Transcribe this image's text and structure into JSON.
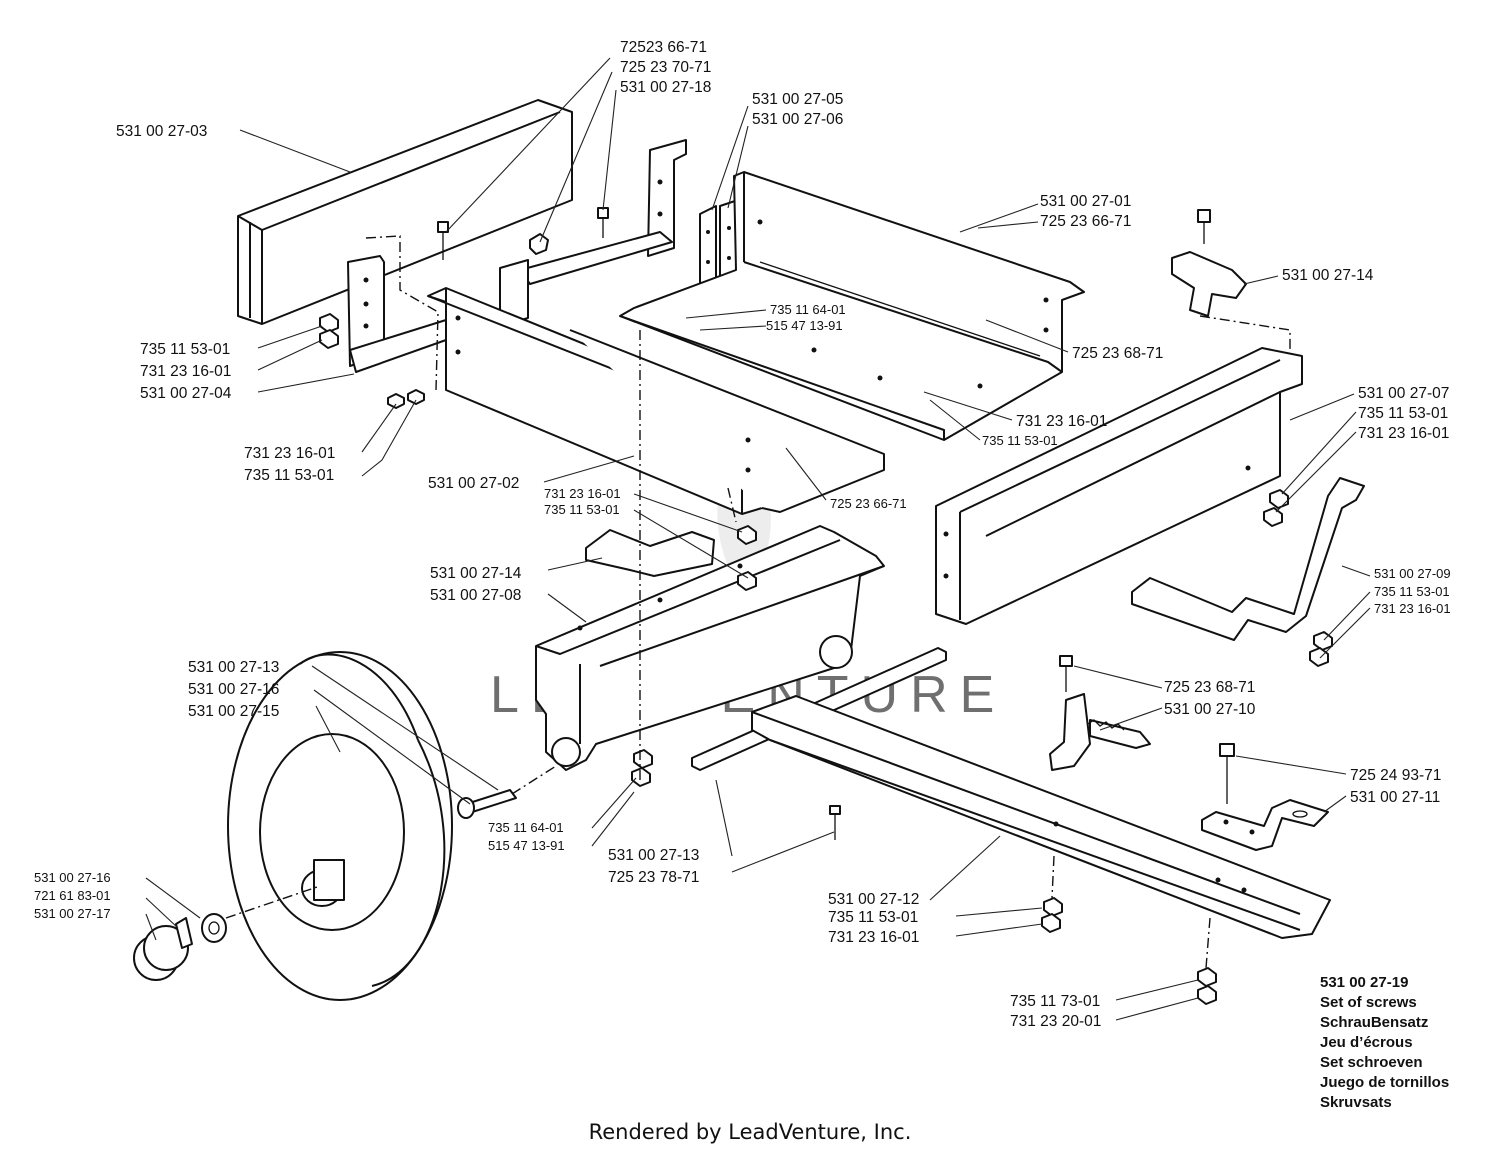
{
  "watermark": "LEADVENTURE",
  "footer": "Rendered by LeadVenture, Inc.",
  "parts": {
    "p1": "72523 66-71",
    "p2": "725 23 70-71",
    "p3": "531 00 27-18",
    "p4": "531 00 27-03",
    "p5": "531 00 27-05",
    "p6": "531 00 27-06",
    "p7": "531 00 27-01",
    "p8": "725 23 66-71",
    "p9": "531 00 27-14",
    "p10": "735 11 64-01",
    "p11": "515 47 13-91",
    "p12": "725 23 68-71",
    "p13": "735 11 53-01",
    "p14": "731 23 16-01",
    "p15": "531 00 27-04",
    "p16": "731 23 16-01",
    "p17": "735 11 53-01",
    "p18": "731 23 16-01",
    "p19": "735 11 53-01",
    "p20": "531 00 27-07",
    "p21": "735 11 53-01",
    "p22": "731 23 16-01",
    "p23": "531 00 27-02",
    "p24": "731 23 16-01",
    "p25": "735 11 53-01",
    "p26": "725 23 66-71",
    "p27": "531 00 27-14",
    "p28": "531 00 27-08",
    "p29": "531 00 27-09",
    "p30": "735 11 53-01",
    "p31": "731 23 16-01",
    "p32": "531 00 27-13",
    "p33": "531 00 27-16",
    "p34": "531 00 27-15",
    "p35": "725 23 68-71",
    "p36": "531 00 27-10",
    "p37": "735 11 64-01",
    "p38": "515 47 13-91",
    "p39": "531 00 27-13",
    "p40": "725 23 78-71",
    "p41": "725 24 93-71",
    "p42": "531 00 27-11",
    "p43": "531 00 27-16",
    "p44": "721 61 83-01",
    "p45": "531 00 27-17",
    "p46": "531 00 27-12",
    "p47": "735 11 53-01",
    "p48": "731 23 16-01",
    "p49": "735 11 73-01",
    "p50": "731 23 20-01"
  },
  "screw_set": {
    "number": "531 00 27-19",
    "lines": [
      "Set of screws",
      "SchrauBensatz",
      "Jeu d’écrous",
      "Set schroeven",
      "Juego de tornillos",
      "Skruvsats"
    ]
  }
}
